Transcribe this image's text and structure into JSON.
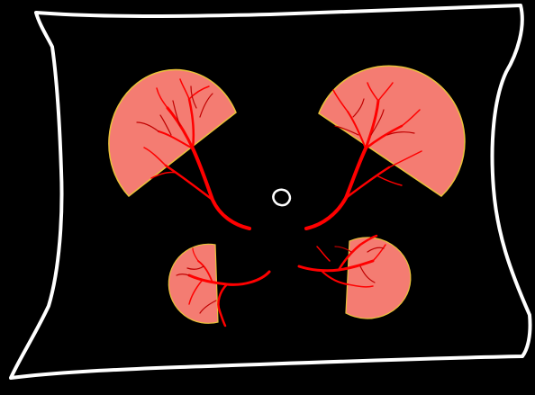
{
  "colors": {
    "background": "#000000",
    "outline": "#ffffff",
    "organ_fill": "#f47c72",
    "organ_edge": "#e8c23a",
    "vessel": "#ff0000",
    "vessel_dark": "#c00000"
  },
  "regions": [
    {
      "id": "upper-left-lobe",
      "shape": "large-sector",
      "side": "left"
    },
    {
      "id": "upper-right-lobe",
      "shape": "large-sector",
      "side": "right"
    },
    {
      "id": "lower-left-lobe",
      "shape": "small-sector",
      "side": "left"
    },
    {
      "id": "lower-right-lobe",
      "shape": "small-sector",
      "side": "right"
    }
  ],
  "center_mark": {
    "shape": "small-ring"
  }
}
